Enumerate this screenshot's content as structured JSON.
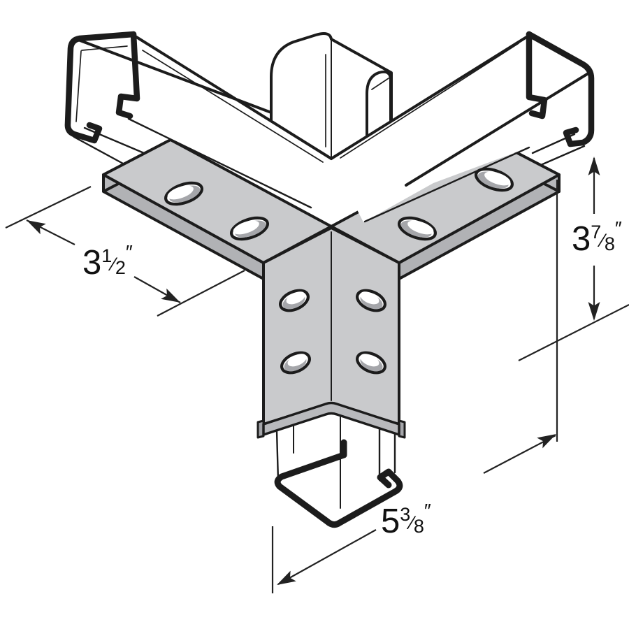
{
  "diagram": {
    "type": "isometric-technical-drawing",
    "subject": "double-corner wing connector bracket mounted on strut channels",
    "dimensions": {
      "left": {
        "whole": "3",
        "numerator": "1",
        "denominator": "2",
        "unit": "″"
      },
      "right": {
        "whole": "3",
        "numerator": "7",
        "denominator": "8",
        "unit": "″"
      },
      "bottom": {
        "whole": "5",
        "numerator": "3",
        "denominator": "8",
        "unit": "″"
      }
    },
    "colors": {
      "outline": "#1c1c1c",
      "dimension_line": "#222222",
      "plate_top": "#c9cacc",
      "plate_side": "#b1b2b5",
      "plate_end": "#b7b8bb",
      "band": "#b9babd",
      "hole_shadow": "#a5a6aa",
      "channel_fill": "#ffffff",
      "background": "#ffffff"
    }
  }
}
